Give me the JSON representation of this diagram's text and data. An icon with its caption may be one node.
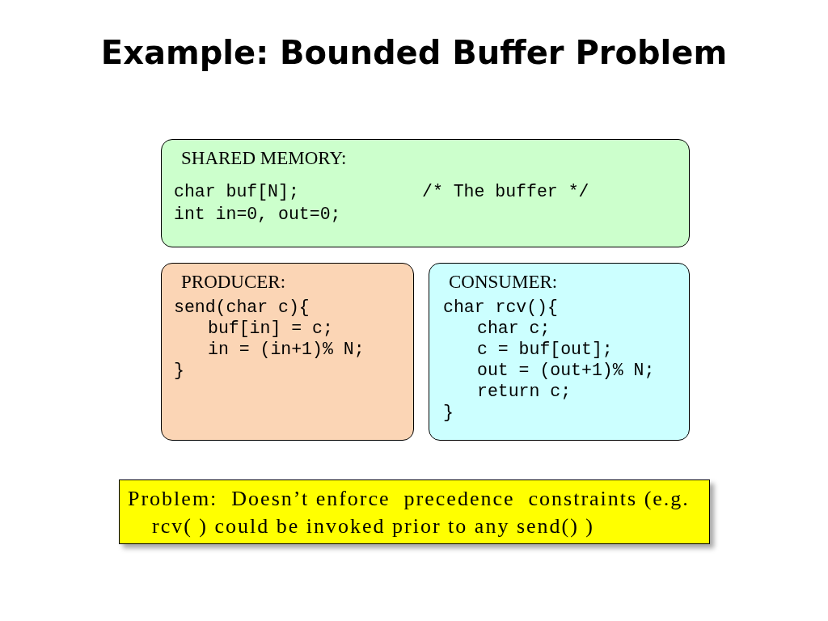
{
  "diagram": {
    "title": "Example: Bounded Buffer Problem",
    "nodes": [
      {
        "text": [
          "SHARED MEMORY:",
          "char buf[N];",
          "/* The buffer */",
          "int in=0, out=0;"
        ]
      },
      {
        "text": [
          "PRODUCER:",
          "send(char c){",
          "buf[in] = c;",
          "in = (in+1)% N;",
          "}"
        ]
      },
      {
        "text": [
          "CONSUMER:",
          "char rcv(){",
          "char c;",
          "c = buf[out];",
          "out = (out+1)% N;",
          "return c;",
          "}"
        ]
      },
      {
        "text": [
          "Problem:  Doesn’t enforce  precedence  constraints (e.g. rcv( ) could be invoked prior to any send() )"
        ]
      }
    ]
  }
}
